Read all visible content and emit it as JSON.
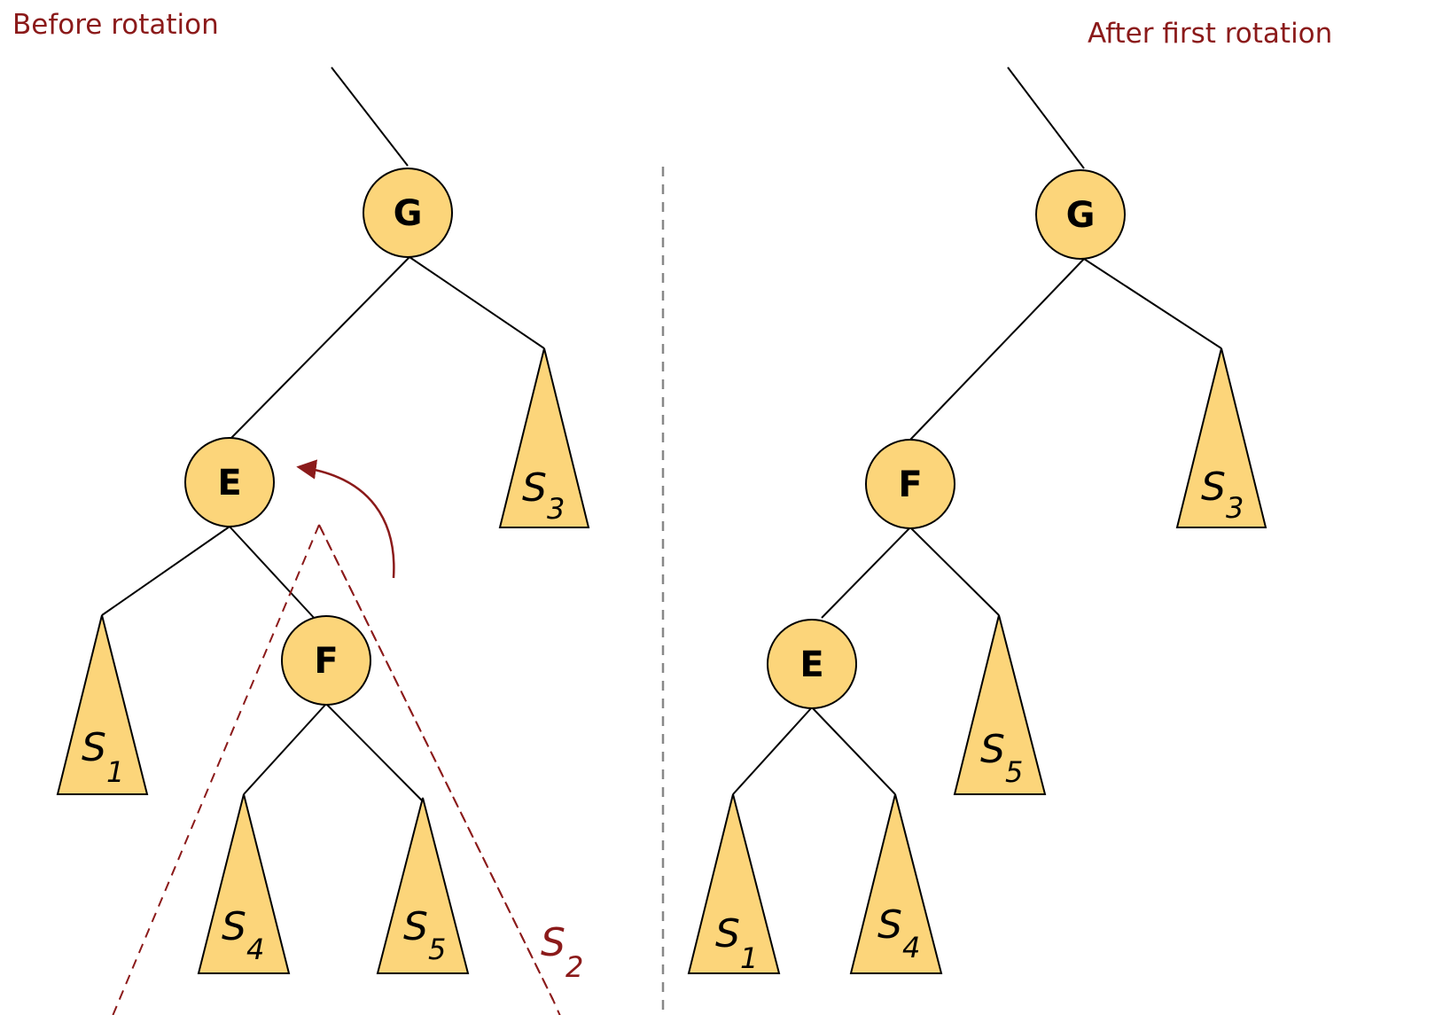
{
  "captions": {
    "before": "Before rotation",
    "after": "After first rotation"
  },
  "left_tree": {
    "node_G": "G",
    "node_E": "E",
    "node_F": "F",
    "subtrees": {
      "s1": {
        "base": "S",
        "sub": "1"
      },
      "s3": {
        "base": "S",
        "sub": "3"
      },
      "s4": {
        "base": "S",
        "sub": "4"
      },
      "s5": {
        "base": "S",
        "sub": "5"
      }
    },
    "group_label": {
      "base": "S",
      "sub": "2"
    }
  },
  "right_tree": {
    "node_G": "G",
    "node_F": "F",
    "node_E": "E",
    "subtrees": {
      "s1": {
        "base": "S",
        "sub": "1"
      },
      "s3": {
        "base": "S",
        "sub": "3"
      },
      "s4": {
        "base": "S",
        "sub": "4"
      },
      "s5": {
        "base": "S",
        "sub": "5"
      }
    }
  },
  "colors": {
    "node_fill": "#fcd57a",
    "accent": "#8b1a1a",
    "divider": "#888888"
  }
}
